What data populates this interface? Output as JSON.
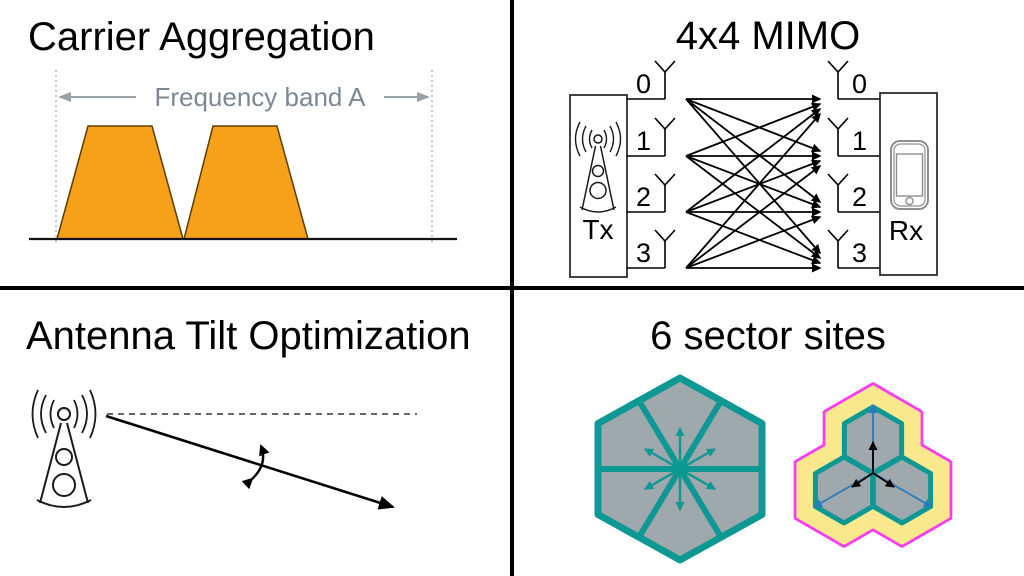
{
  "colors": {
    "carrier_fill": "#F7A01A",
    "carrier_outline": "#5C3D00",
    "band_text": "#7D8893",
    "guide_gray": "#9AA2AA",
    "phone_gray": "#8E8E8E",
    "teal": "#0E9894",
    "cell_gray": "#9FA8AC",
    "yellow": "#FAE88C",
    "magenta": "#FB3BF1",
    "blue": "#2B7BBB"
  },
  "quadrants": {
    "carrier_aggregation": {
      "title": "Carrier Aggregation",
      "band_label": "Frequency band A"
    },
    "mimo": {
      "title": "4x4 MIMO",
      "tx_label": "Tx",
      "rx_label": "Rx",
      "tx_antennas": [
        "0",
        "1",
        "2",
        "3"
      ],
      "rx_antennas": [
        "0",
        "1",
        "2",
        "3"
      ]
    },
    "antenna_tilt": {
      "title": "Antenna Tilt Optimization"
    },
    "sector_sites": {
      "title": "6 sector sites"
    }
  }
}
